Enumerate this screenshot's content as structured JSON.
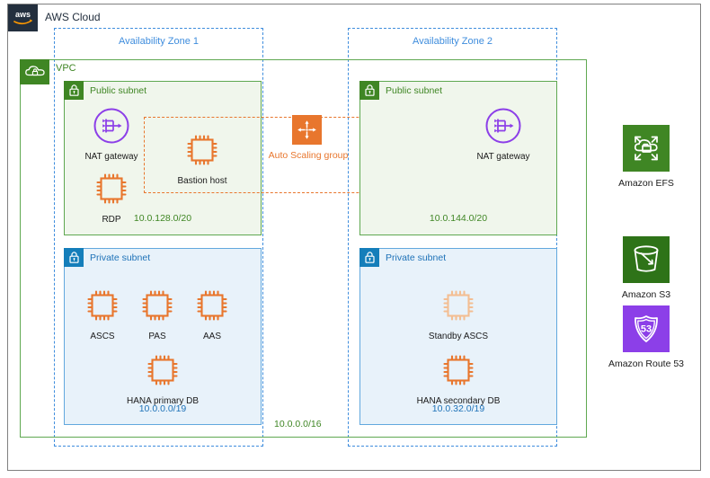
{
  "diagram": {
    "title": "AWS Cloud",
    "logo_icon": "aws-logo-icon"
  },
  "vpc": {
    "label": "VPC",
    "cidr": "10.0.0.0/16",
    "icon": "vpc-cloud-icon"
  },
  "availability_zones": [
    {
      "label": "Availability Zone 1"
    },
    {
      "label": "Availability Zone 2"
    }
  ],
  "subnets": [
    {
      "id": "public-1",
      "type": "Public subnet",
      "title": "Public subnet",
      "cidr": "10.0.128.0/20",
      "icon": "lock-icon",
      "nodes": [
        {
          "label": "NAT gateway",
          "icon": "nat-gateway-icon"
        },
        {
          "label": "RDP",
          "icon": "ec2-instance-icon"
        },
        {
          "label": "Bastion host",
          "icon": "ec2-instance-icon"
        }
      ]
    },
    {
      "id": "public-2",
      "type": "Public subnet",
      "title": "Public subnet",
      "cidr": "10.0.144.0/20",
      "icon": "lock-icon",
      "nodes": [
        {
          "label": "NAT gateway",
          "icon": "nat-gateway-icon"
        }
      ]
    },
    {
      "id": "private-1",
      "type": "Private subnet",
      "title": "Private subnet",
      "cidr": "10.0.0.0/19",
      "icon": "lock-icon",
      "nodes": [
        {
          "label": "ASCS",
          "icon": "ec2-instance-icon"
        },
        {
          "label": "PAS",
          "icon": "ec2-instance-icon"
        },
        {
          "label": "AAS",
          "icon": "ec2-instance-icon"
        },
        {
          "label": "HANA primary DB",
          "icon": "ec2-instance-icon"
        }
      ]
    },
    {
      "id": "private-2",
      "type": "Private subnet",
      "title": "Private subnet",
      "cidr": "10.0.32.0/19",
      "icon": "lock-icon",
      "nodes": [
        {
          "label": "Standby ASCS",
          "icon": "ec2-instance-faded-icon"
        },
        {
          "label": "HANA secondary DB",
          "icon": "ec2-instance-icon"
        }
      ]
    }
  ],
  "auto_scaling_group": {
    "label": "Auto Scaling group",
    "icon": "auto-scaling-icon"
  },
  "services": [
    {
      "label": "Amazon EFS",
      "icon": "amazon-efs-icon",
      "color": "#3F8624"
    },
    {
      "label": "Amazon S3",
      "icon": "amazon-s3-icon",
      "color": "#2E7318"
    },
    {
      "label": "Amazon Route 53",
      "icon": "amazon-route53-icon",
      "color": "#8C3FE8"
    }
  ],
  "colors": {
    "aws_navy": "#232F3E",
    "green": "#3F8624",
    "green_border": "#5FA851",
    "blue": "#3F8DDD",
    "blue_dark": "#147EBA",
    "orange": "#E8762D",
    "purple": "#8C3FE8"
  }
}
